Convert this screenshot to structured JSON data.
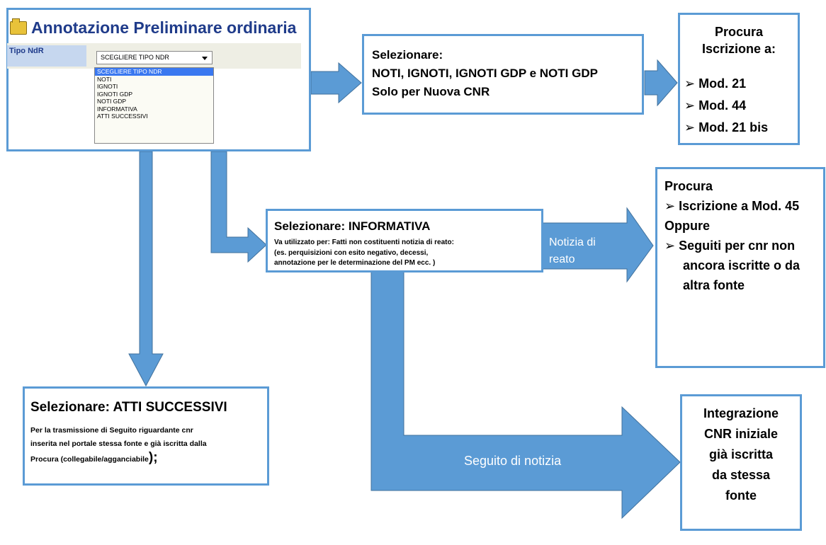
{
  "screenshot": {
    "title": "Annotazione Preliminare ordinaria",
    "field_label": "Tipo NdR",
    "select_value": "SCEGLIERE TIPO NDR",
    "options": [
      "SCEGLIERE TIPO NDR",
      "NOTI",
      "IGNOTI",
      "IGNOTI GDP",
      "NOTI GDP",
      "INFORMATIVA",
      "ATTI SUCCESSIVI"
    ],
    "icon": "folder-icon"
  },
  "box_noti": {
    "lines": [
      "Selezionare:",
      "NOTI, IGNOTI, IGNOTI GDP e NOTI GDP",
      "Solo per Nuova CNR"
    ]
  },
  "box_procura_top": {
    "title": "Procura",
    "subtitle": "Iscrizione a:",
    "items": [
      "Mod. 21",
      "Mod. 44",
      "Mod. 21 bis"
    ]
  },
  "box_informativa": {
    "title": "Selezionare: INFORMATIVA",
    "lines": [
      "Va utilizzato per: Fatti non costituenti notizia di reato:",
      "(es. perquisizioni con esito negativo, decessi,",
      "annotazione per le determinazione  del PM ecc. )"
    ]
  },
  "box_procura_mid": {
    "title": "Procura",
    "item1": "Iscrizione a Mod. 45",
    "oppure": "Oppure",
    "item2_lines": [
      "Seguiti per cnr non",
      "ancora iscritte o da",
      "altra fonte"
    ]
  },
  "box_atti": {
    "title": "Selezionare: ATTI SUCCESSIVI",
    "lines": [
      "Per la trasmissione di Seguito riguardante cnr",
      "inserita nel portale stessa fonte e già iscritta dalla",
      "Procura  (collegabile/agganciabile"
    ],
    "trailing": ");"
  },
  "box_integrazione": {
    "lines": [
      "Integrazione",
      "CNR iniziale",
      "già iscritta",
      "da stessa",
      "fonte"
    ]
  },
  "arrow_labels": {
    "notizia_reato": [
      "Notizia di",
      "reato"
    ],
    "seguito": "Seguito di notizia"
  },
  "colors": {
    "border": "#5b9bd5",
    "arrow_fill": "#5b9bd5",
    "arrow_stroke": "#41719c",
    "title_blue": "#1f3b8a"
  }
}
